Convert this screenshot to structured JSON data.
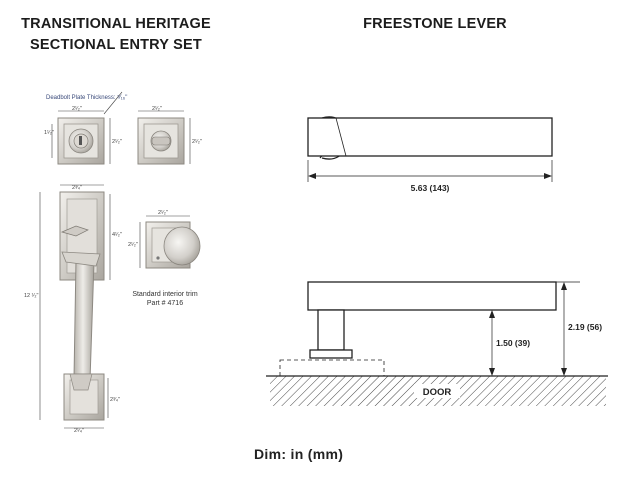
{
  "titles": {
    "left_line1": "TRANSITIONAL HERITAGE",
    "left_line2": "SECTIONAL ENTRY SET",
    "right": "FREESTONE LEVER"
  },
  "left_dims": {
    "deadbolt_note": "Deadbolt Plate Thickness: ⁵⁄₁₆\"",
    "deadbolt_front_width": "2¹⁄₂\"",
    "deadbolt_front_height": "2¹⁄₂\"",
    "deadbolt_front_side": "1¹⁄₂\"",
    "deadbolt_rear_width": "2¹⁄₂\"",
    "deadbolt_rear_height": "2¹⁄₂\"",
    "handleset_top_width": "2³⁄₄\"",
    "handleset_top_height": "4¹⁄₂\"",
    "handleset_total_height": "12 ¹⁄₂\"",
    "handleset_bottom_height": "2³⁄₄\"",
    "handleset_bottom_width": "2¹⁄₄\"",
    "knob_rose_width": "2¹⁄₂\"",
    "knob_rose_height": "2¹⁄₂\"",
    "interior_trim_line1": "Standard interior trim",
    "interior_trim_line2": "Part # 4716"
  },
  "right_dims": {
    "lever_length": "5.63 (143)",
    "projection_rose": "1.50 (39)",
    "projection_total": "2.19 (56)",
    "door_label": "DOOR"
  },
  "caption": "Dim: in (mm)"
}
